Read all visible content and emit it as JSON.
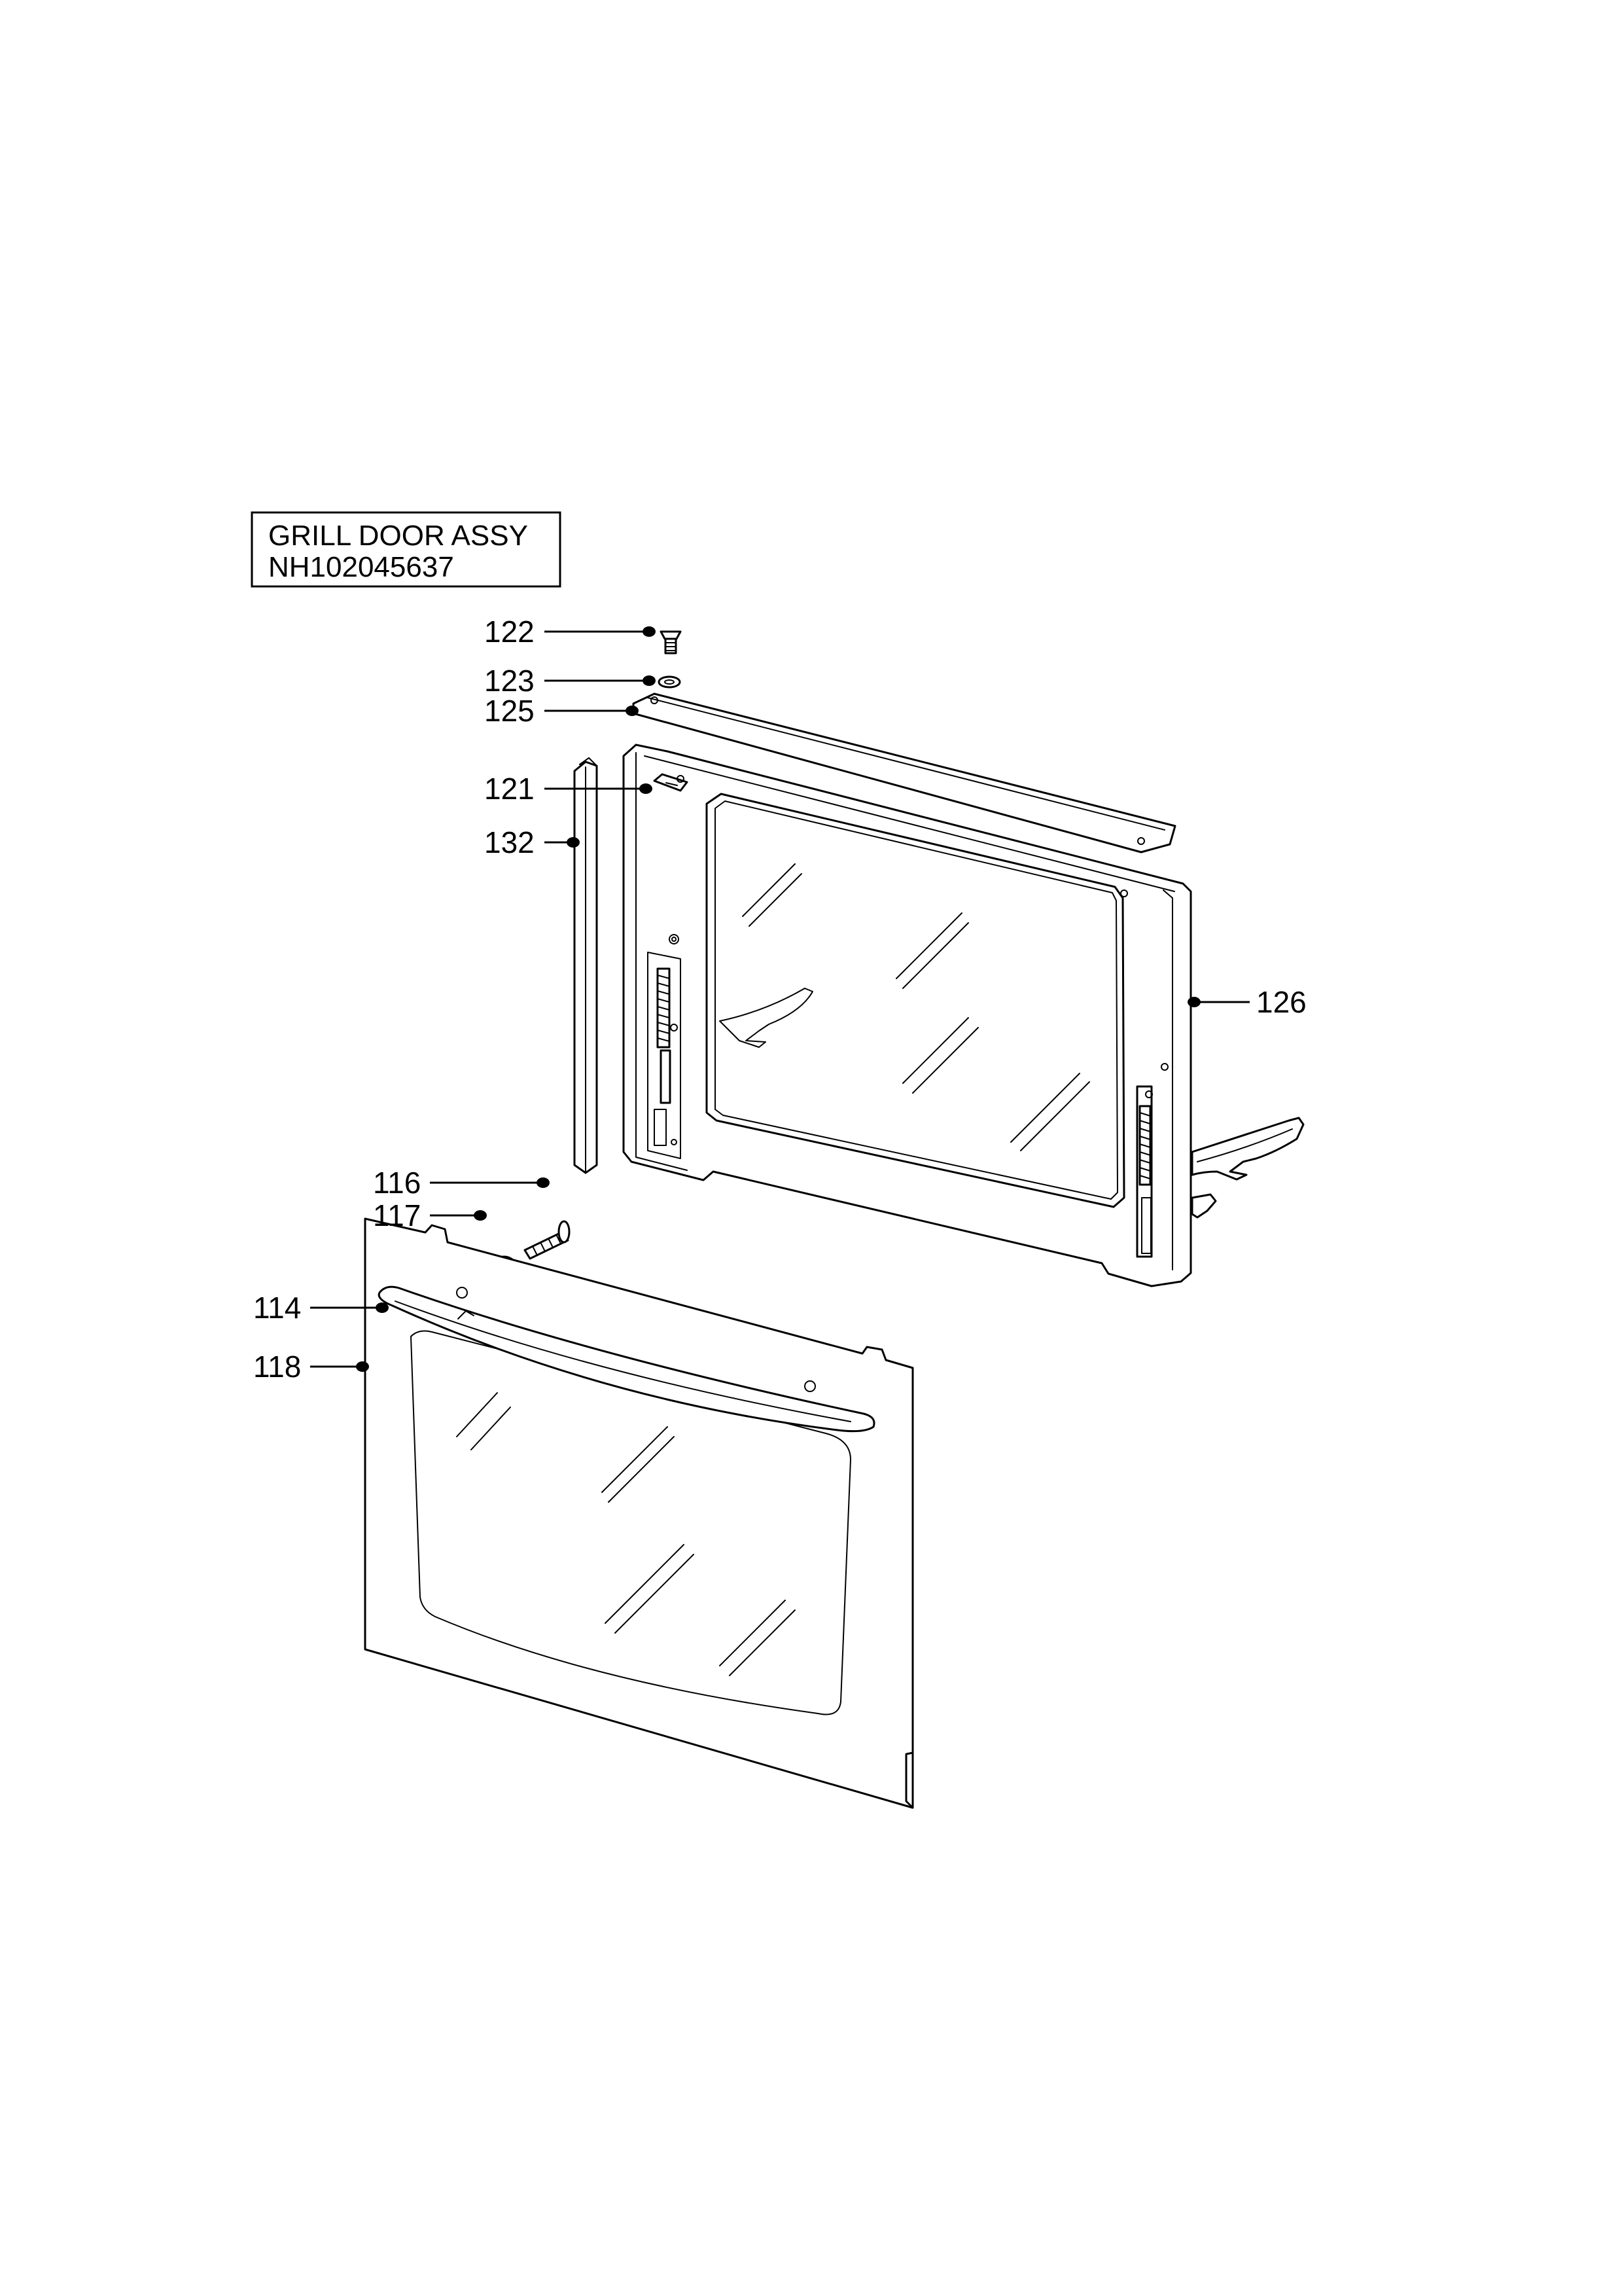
{
  "title": {
    "line1": "GRILL DOOR ASSY",
    "line2": "NH102045637"
  },
  "callouts": {
    "c122": "122",
    "c123": "123",
    "c125": "125",
    "c121": "121",
    "c132": "132",
    "c126": "126",
    "c116": "116",
    "c117": "117",
    "c114": "114",
    "c118": "118"
  }
}
